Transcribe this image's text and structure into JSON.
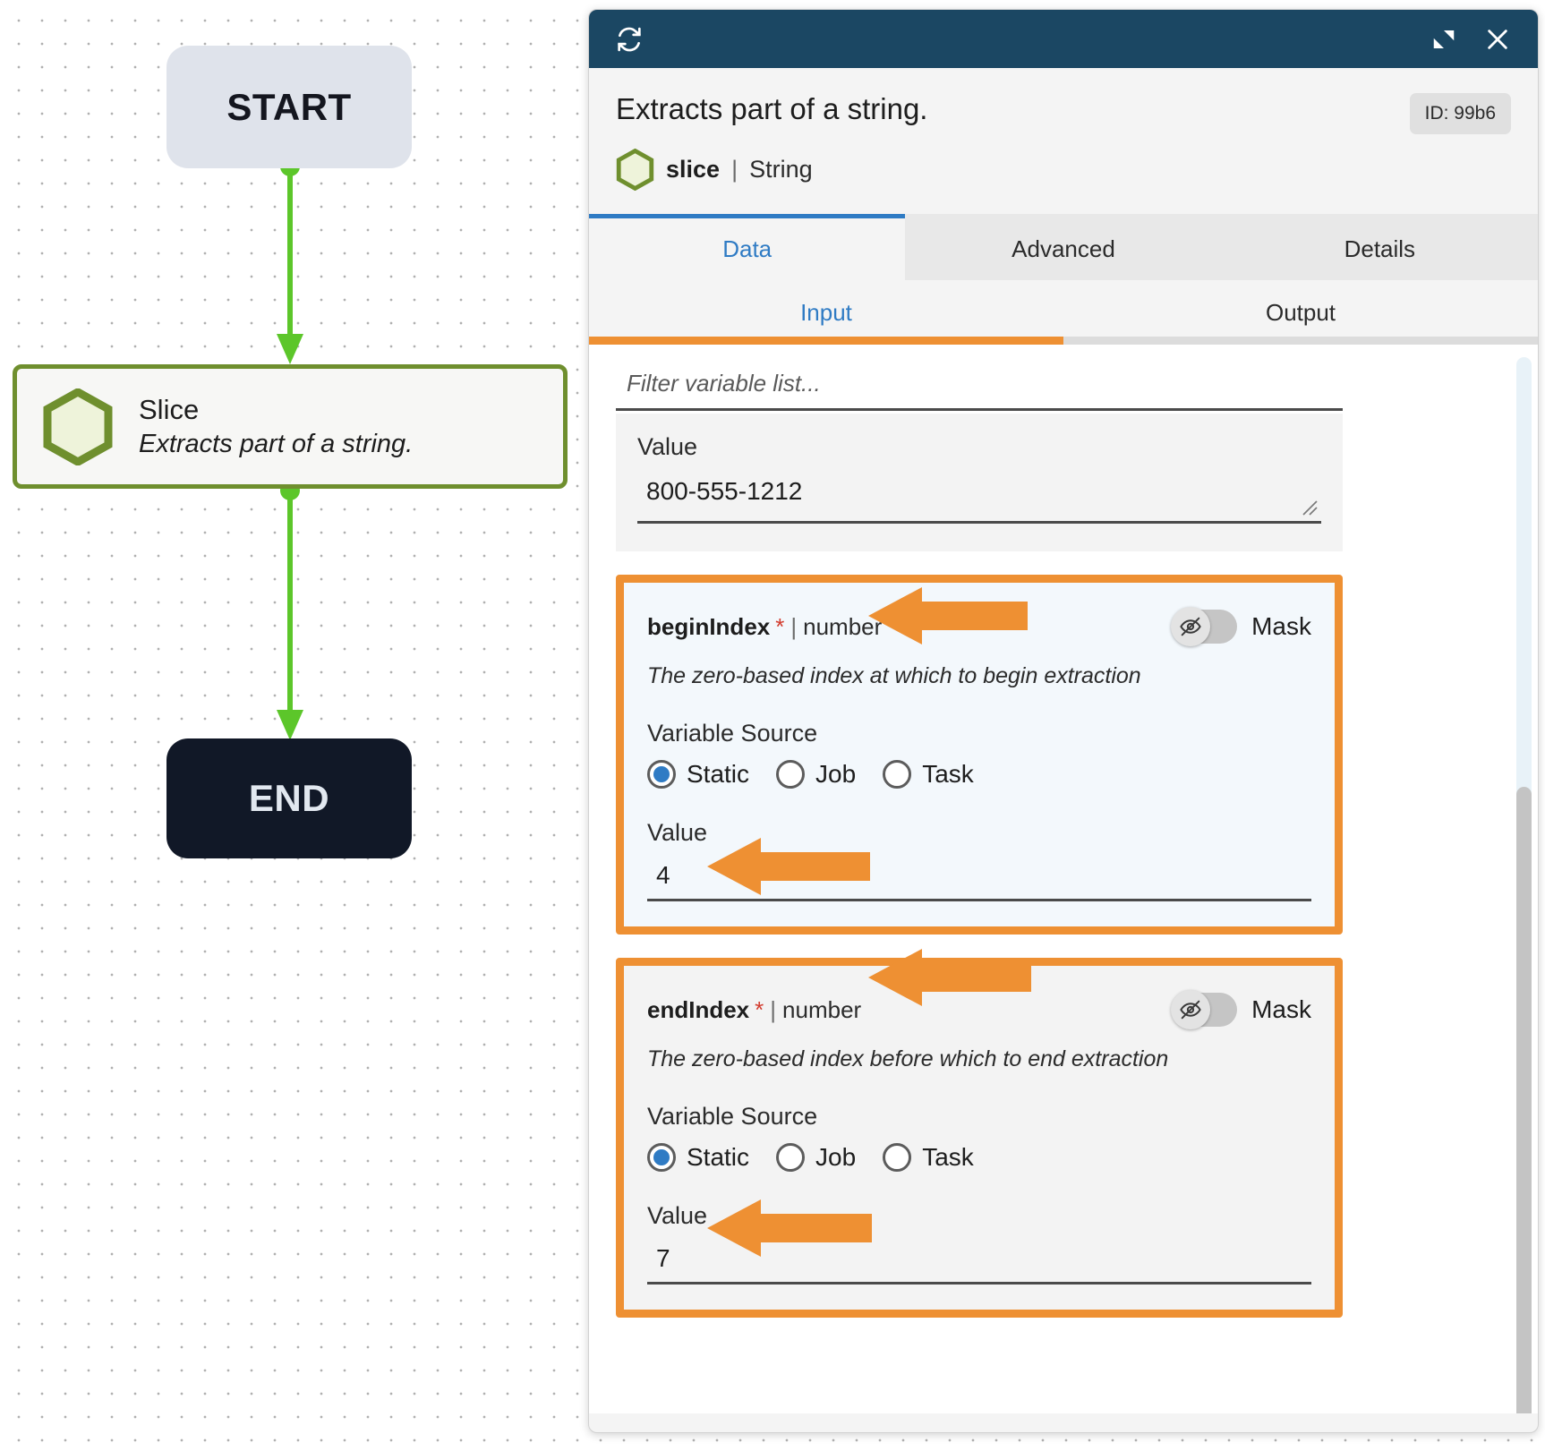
{
  "canvas": {
    "start_node": {
      "label": "START"
    },
    "end_node": {
      "label": "END"
    },
    "slice_node": {
      "title": "Slice",
      "description": "Extracts part of a string."
    }
  },
  "panel": {
    "titlebar": {
      "refresh_icon": "refresh-icon",
      "restore_icon": "restore-down-icon",
      "close_icon": "close-icon"
    },
    "title": "Extracts part of a string.",
    "id_badge": "ID: 99b6",
    "node_name": "slice",
    "node_separator": "|",
    "node_type": "String",
    "tabs": [
      {
        "label": "Data",
        "active": true
      },
      {
        "label": "Advanced",
        "active": false
      },
      {
        "label": "Details",
        "active": false
      }
    ],
    "subtabs": [
      {
        "label": "Input",
        "active": true
      },
      {
        "label": "Output",
        "active": false
      }
    ],
    "filter": {
      "placeholder": "Filter variable list...",
      "value": ""
    },
    "value_card": {
      "label": "Value",
      "value": "800-555-1212"
    },
    "params": [
      {
        "name": "beginIndex",
        "required_marker": "*",
        "separator": "|",
        "type": "number",
        "mask_label": "Mask",
        "mask_on": false,
        "mask_icon": "eye-off-icon",
        "description": "The zero-based index at which to begin extraction",
        "variable_source_label": "Variable Source",
        "options": [
          {
            "label": "Static",
            "selected": true
          },
          {
            "label": "Job",
            "selected": false
          },
          {
            "label": "Task",
            "selected": false
          }
        ],
        "value_label": "Value",
        "value": "4"
      },
      {
        "name": "endIndex",
        "required_marker": "*",
        "separator": "|",
        "type": "number",
        "mask_label": "Mask",
        "mask_on": false,
        "mask_icon": "eye-off-icon",
        "description": "The zero-based index before which to end extraction",
        "variable_source_label": "Variable Source",
        "options": [
          {
            "label": "Static",
            "selected": true
          },
          {
            "label": "Job",
            "selected": false
          },
          {
            "label": "Task",
            "selected": false
          }
        ],
        "value_label": "Value",
        "value": "7"
      }
    ]
  },
  "colors": {
    "titlebar": "#1b4763",
    "accent_orange": "#ee9033",
    "accent_blue": "#2f7bc4",
    "edge_green": "#5cc62a",
    "node_green": "#6f8f2e",
    "required_red": "#d23b2d"
  }
}
